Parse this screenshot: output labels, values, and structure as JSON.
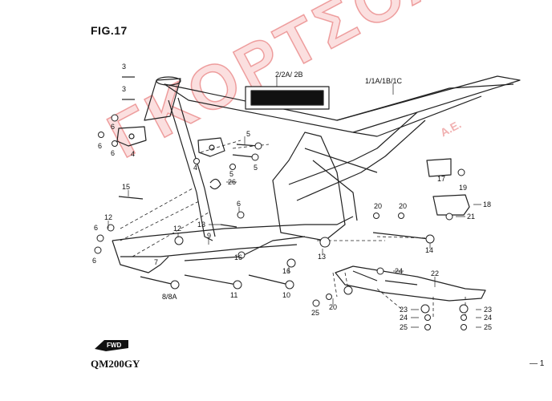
{
  "figure_title": "FIG.17",
  "model": "QM200GY",
  "page_mark": "— 1",
  "fwd_label": "FWD",
  "watermark": "ΓΚΟΡΤΣΟΛΗΣ",
  "watermark_suffix": "A.E.",
  "callouts": {
    "c3a": "3",
    "c3b": "3",
    "c6a": "6",
    "c6b": "6",
    "c6c": "6",
    "c4a": "4",
    "c2": "2/2A/ 2B",
    "c1": "1/1A/1B/1C",
    "c5a": "5",
    "c5b": "5",
    "c5c": "5",
    "c4b": "4",
    "c26": "26",
    "c15": "15",
    "c12a": "12",
    "c6d": "6",
    "c6e": "6",
    "c13a": "13",
    "c6f": "6",
    "c9": "9",
    "c12b": "12",
    "c16a": "16",
    "c16b": "16",
    "c13b": "13",
    "c7": "7",
    "c8": "8/8A",
    "c11": "11",
    "c10": "10",
    "c17": "17",
    "c19": "19",
    "c18": "18",
    "c21": "21",
    "c20a": "20",
    "c20b": "20",
    "c14": "14",
    "c24a": "24",
    "c22": "22",
    "c20c": "20",
    "c25a": "25",
    "c23a": "23",
    "c23b": "23",
    "c24b": "24",
    "c24c": "24",
    "c25b": "25",
    "c25c": "25"
  }
}
